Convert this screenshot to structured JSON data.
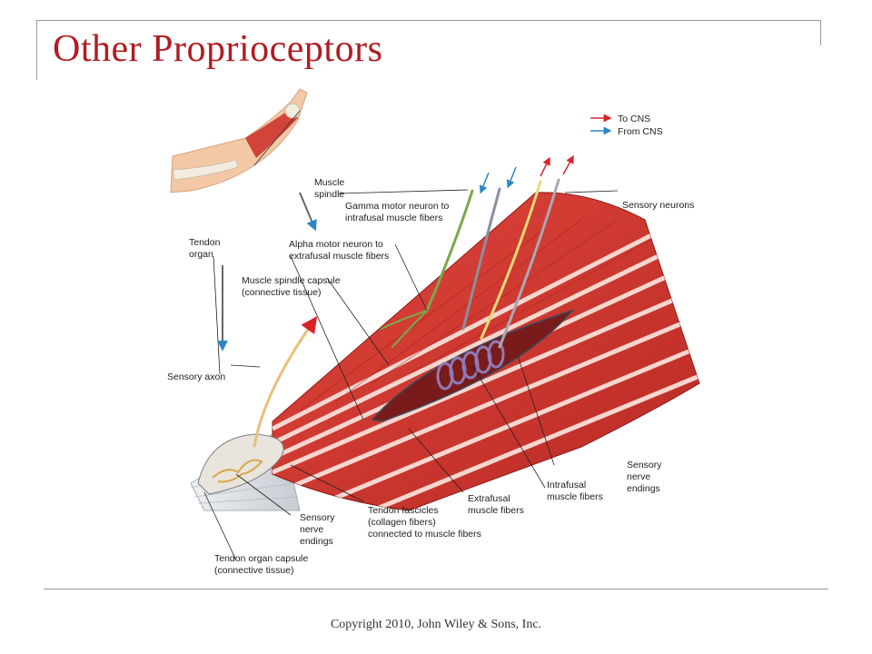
{
  "slide": {
    "title": "Other Proprioceptors",
    "footer": "Copyright 2010, John Wiley & Sons, Inc."
  },
  "legend": {
    "to_cns": "To CNS",
    "from_cns": "From CNS",
    "to_color": "#d9232a",
    "from_color": "#2a86c8"
  },
  "labels": {
    "muscle_spindle": [
      "Muscle",
      "spindle"
    ],
    "gamma_motor": [
      "Gamma motor neuron to",
      "intrafusal muscle fibers"
    ],
    "sensory_neurons": "Sensory neurons",
    "tendon_organ": [
      "Tendon",
      "organ"
    ],
    "alpha_motor": [
      "Alpha motor neuron to",
      "extrafusal muscle fibers"
    ],
    "spindle_capsule": [
      "Muscle spindle capsule",
      "(connective tissue)"
    ],
    "sensory_axon": "Sensory axon",
    "sensory_nerve_endings_right": [
      "Sensory",
      "nerve",
      "endings"
    ],
    "intrafusal_fibers": [
      "Intrafusal",
      "muscle fibers"
    ],
    "extrafusal_fibers": [
      "Extrafusal",
      "muscle fibers"
    ],
    "tendon_fascicles": [
      "Tendon fascicles",
      "(collagen fibers)",
      "connected to muscle fibers"
    ],
    "sensory_nerve_endings_left": [
      "Sensory",
      "nerve",
      "endings"
    ],
    "tendon_capsule": [
      "Tendon organ capsule",
      "(connective tissue)"
    ]
  },
  "colors": {
    "muscle": "#d4372f",
    "muscle_dark": "#a5211c",
    "stripe": "#f6d6cf",
    "nerve_sensory": "#e8d97a",
    "nerve_gamma": "#7aa84a",
    "tendon": "#d8dde2",
    "skin": "#f3c8a6"
  }
}
